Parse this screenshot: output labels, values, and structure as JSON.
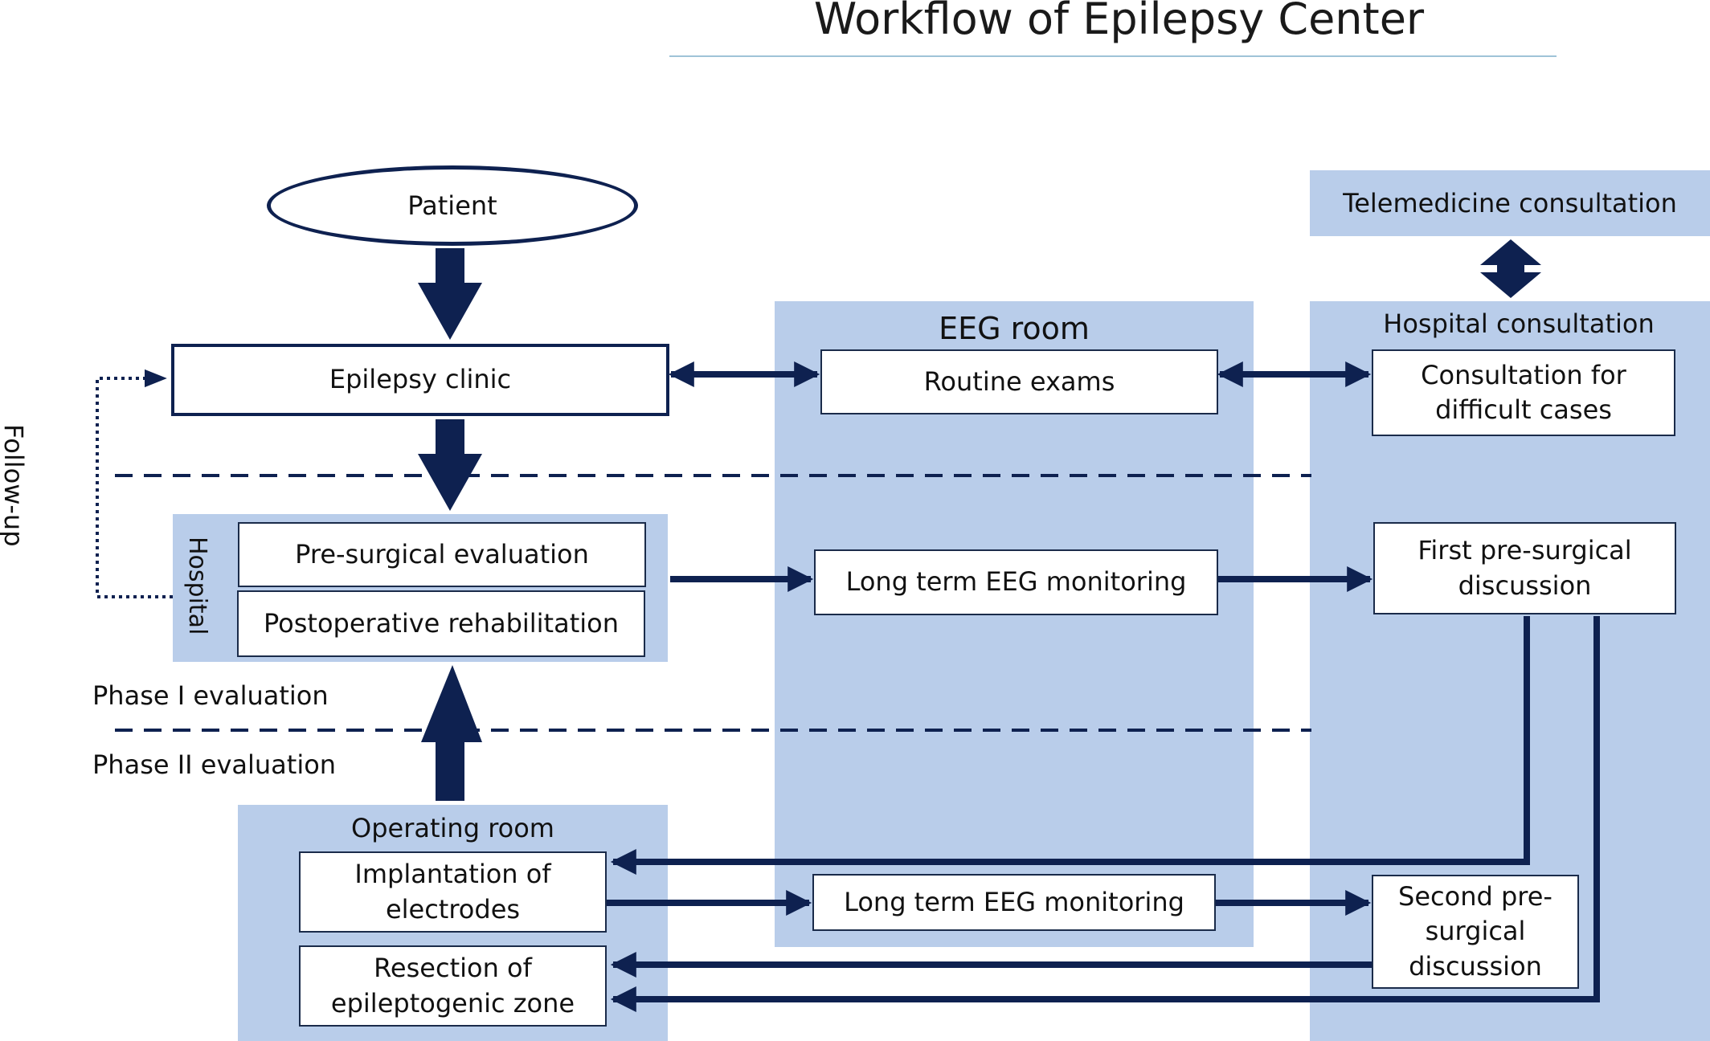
{
  "title": "Workflow of Epilepsy Center",
  "nodes": {
    "patient": "Patient",
    "epilepsy_clinic": "Epilepsy clinic",
    "pre_surgical_evaluation": "Pre-surgical evaluation",
    "postoperative_rehabilitation": "Postoperative rehabilitation",
    "routine_exams": "Routine exams",
    "long_term_eeg_1": "Long term EEG monitoring",
    "long_term_eeg_2": "Long term EEG monitoring",
    "telemedicine": "Telemedicine consultation",
    "consultation_difficult_line1": "Consultation for",
    "consultation_difficult_line2": "difficult cases",
    "first_discussion_line1": "First pre-surgical",
    "first_discussion_line2": "discussion",
    "second_discussion_line1": "Second pre-",
    "second_discussion_line2": "surgical",
    "second_discussion_line3": "discussion",
    "implantation_line1": "Implantation of",
    "implantation_line2": "electrodes",
    "resection_line1": "Resection of",
    "resection_line2": "epileptogenic zone"
  },
  "regions": {
    "hospital": "Hospital",
    "eeg_room": "EEG room",
    "hospital_consultation": "Hospital consultation",
    "operating_room": "Operating room"
  },
  "labels": {
    "follow_up": "Follow-up",
    "phase1": "Phase I evaluation",
    "phase2": "Phase II evaluation"
  },
  "colors": {
    "region_fill": "#b9cdea",
    "arrow": "#0e2150"
  }
}
